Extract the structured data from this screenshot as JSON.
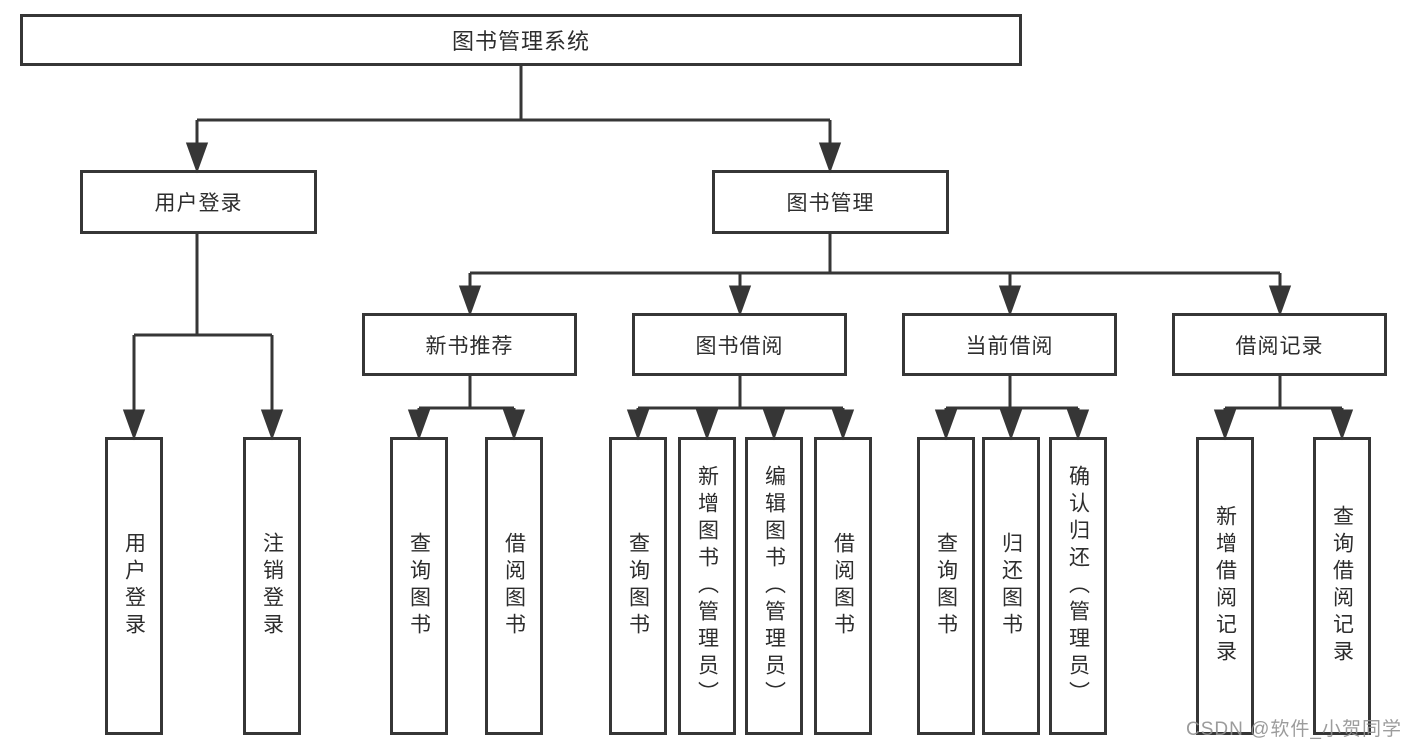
{
  "diagram": {
    "title": "图书管理系统",
    "tree": {
      "root": {
        "label": "图书管理系统"
      },
      "branches": [
        {
          "label": "用户登录",
          "children": [
            {
              "label": "用户登录"
            },
            {
              "label": "注销登录"
            }
          ]
        },
        {
          "label": "图书管理",
          "sections": [
            {
              "label": "新书推荐",
              "children": [
                {
                  "label": "查询图书"
                },
                {
                  "label": "借阅图书"
                }
              ]
            },
            {
              "label": "图书借阅",
              "children": [
                {
                  "label": "查询图书"
                },
                {
                  "label": "新增图书（管理员）"
                },
                {
                  "label": "编辑图书（管理员）"
                },
                {
                  "label": "借阅图书"
                }
              ]
            },
            {
              "label": "当前借阅",
              "children": [
                {
                  "label": "查询图书"
                },
                {
                  "label": "归还图书"
                },
                {
                  "label": "确认归还（管理员）"
                }
              ]
            },
            {
              "label": "借阅记录",
              "children": [
                {
                  "label": "新增借阅记录"
                },
                {
                  "label": "查询借阅记录"
                }
              ]
            }
          ]
        }
      ]
    },
    "colors": {
      "line": "#363636",
      "text": "#2d2d2d",
      "background": "#ffffff",
      "watermark": "#919191"
    }
  },
  "watermark": "CSDN @软件_小贺同学"
}
